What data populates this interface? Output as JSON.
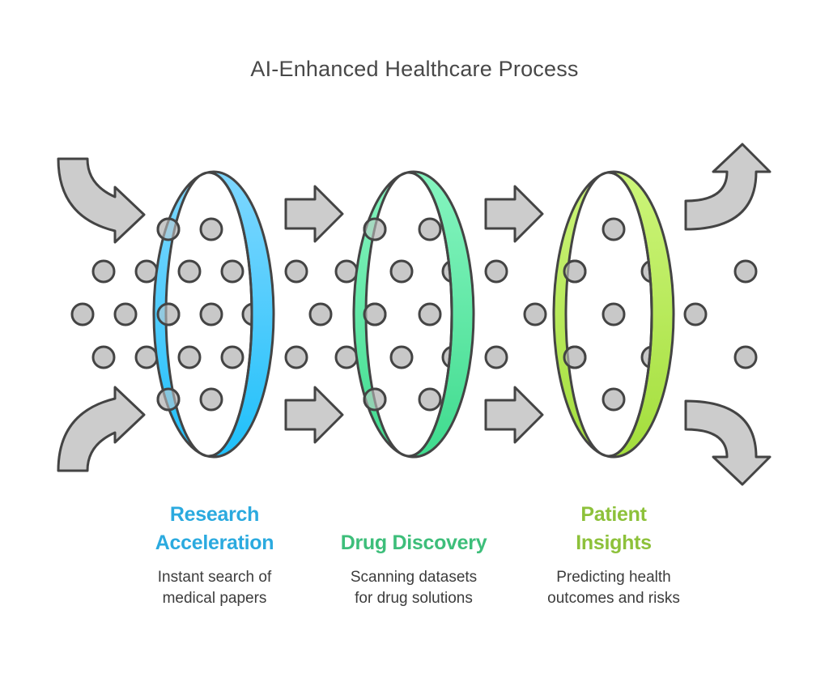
{
  "title": "AI-Enhanced Healthcare Process",
  "stages": [
    {
      "title_lines": [
        "Research",
        "Acceleration"
      ],
      "description_lines": [
        "Instant search of",
        "medical papers"
      ],
      "color": "#2BAADF",
      "ring_gradient": [
        "#7FD7FF",
        "#1FC0FA"
      ]
    },
    {
      "title_lines": [
        "",
        "Drug Discovery"
      ],
      "description_lines": [
        "Scanning datasets",
        "for drug solutions"
      ],
      "color": "#3DBE7A",
      "ring_gradient": [
        "#86F5C0",
        "#3FDB8E"
      ]
    },
    {
      "title_lines": [
        "Patient",
        "Insights"
      ],
      "description_lines": [
        "Predicting health",
        "outcomes and risks"
      ],
      "color": "#8DC13A",
      "ring_gradient": [
        "#CDF57A",
        "#A3DE3C"
      ]
    }
  ],
  "colors": {
    "arrow_fill": "#CCCCCC",
    "dot_fill": "#C8C8C8",
    "stroke": "#444444",
    "title_text": "#484848"
  }
}
